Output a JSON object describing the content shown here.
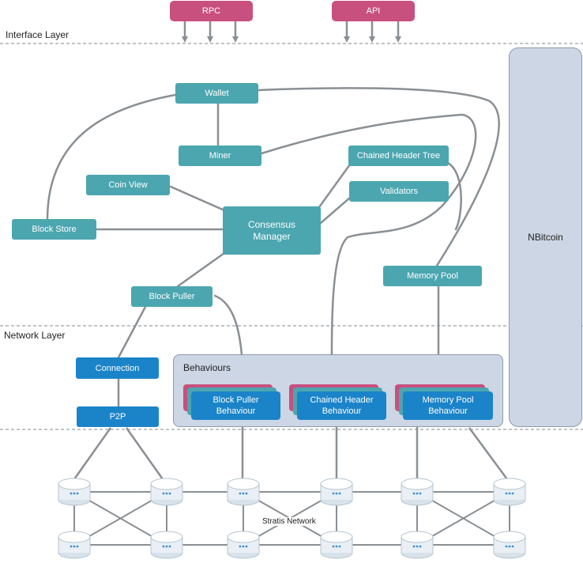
{
  "layers": {
    "interface": "Interface Layer",
    "network": "Network Layer"
  },
  "interface": {
    "rpc": "RPC",
    "api": "API"
  },
  "components": {
    "wallet": "Wallet",
    "miner": "Miner",
    "coin_view": "Coin View",
    "chained_header_tree": "Chained Header Tree",
    "validators": "Validators",
    "consensus_manager": [
      "Consensus",
      "Manager"
    ],
    "block_store": "Block Store",
    "memory_pool": "Memory Pool",
    "block_puller": "Block Puller",
    "nbitcoin": "NBitcoin"
  },
  "network_components": {
    "connection": "Connection",
    "p2p": "P2P"
  },
  "behaviours": {
    "title": "Behaviours",
    "block_puller": [
      "Block Puller",
      "Behaviour"
    ],
    "chained_header": [
      "Chained Header",
      "Behaviour"
    ],
    "memory_pool": [
      "Memory Pool",
      "Behaviour"
    ]
  },
  "network": {
    "label": "Stratis Network"
  },
  "colors": {
    "interface_box": "#c8507f",
    "component_box": "#4ba6b0",
    "network_box": "#1b84c9",
    "connector": "#8a8f94",
    "behaviour_panel": "#ccd6e4",
    "nbitcoin_panel": "#ccd6e4"
  },
  "icons": {
    "network_node": "server-node-icon"
  }
}
